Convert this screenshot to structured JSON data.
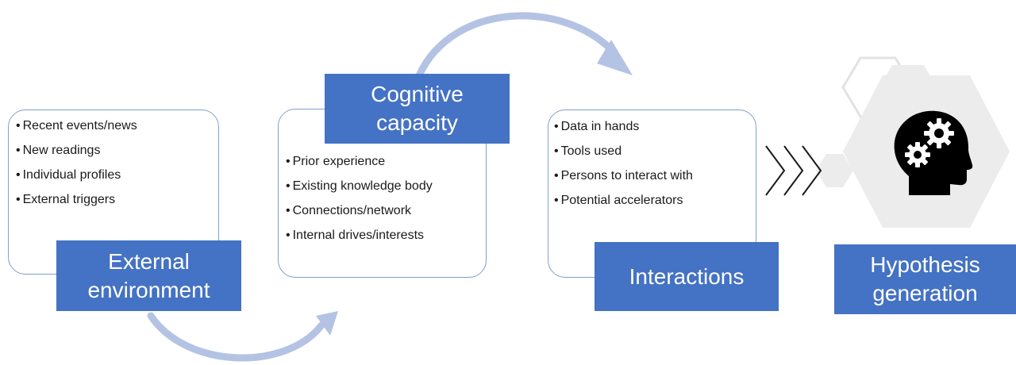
{
  "external": {
    "items": [
      "Recent events/news",
      "New readings",
      "Individual profiles",
      "External triggers"
    ],
    "title_line1": "External",
    "title_line2": "environment"
  },
  "cognitive": {
    "items": [
      "Prior experience",
      "Existing knowledge body",
      "Connections/network",
      "Internal drives/interests"
    ],
    "title_line1": "Cognitive",
    "title_line2": "capacity"
  },
  "interactions": {
    "items": [
      "Data in hands",
      "Tools used",
      "Persons to interact with",
      "Potential accelerators"
    ],
    "title": "Interactions"
  },
  "hypothesis": {
    "title_line1": "Hypothesis",
    "title_line2": "generation"
  },
  "icons": {
    "arrow_top": "curved-arrow-icon",
    "arrow_bottom": "curved-arrow-icon",
    "chevrons": "chevron-right-icon",
    "head": "head-gears-icon"
  },
  "colors": {
    "accent": "#4472c4",
    "card_border": "#7f9fcf",
    "arrow": "#b4c3e4",
    "hexagon": "#ececec"
  }
}
